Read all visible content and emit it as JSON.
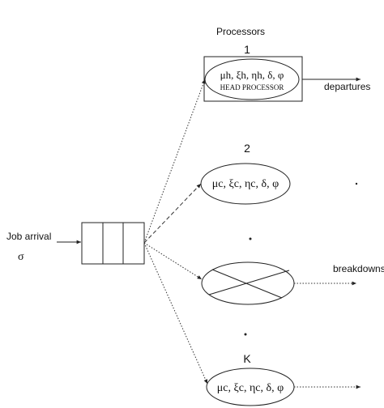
{
  "title": "Processors",
  "arrival": {
    "label": "Job arrival",
    "rate_symbol": "σ"
  },
  "processors": [
    {
      "number": "1",
      "params": "μh, ξh, ηh, δ, φ",
      "sublabel": "HEAD PROCESSOR",
      "output": "departures",
      "state": "head"
    },
    {
      "number": "2",
      "params": "μc, ξc, ηc, δ, φ",
      "state": "normal"
    },
    {
      "number": "",
      "params": "",
      "state": "broken",
      "output": "breakdowns"
    },
    {
      "number": "K",
      "params": "μc, ξc, ηc, δ, φ",
      "state": "normal"
    }
  ]
}
